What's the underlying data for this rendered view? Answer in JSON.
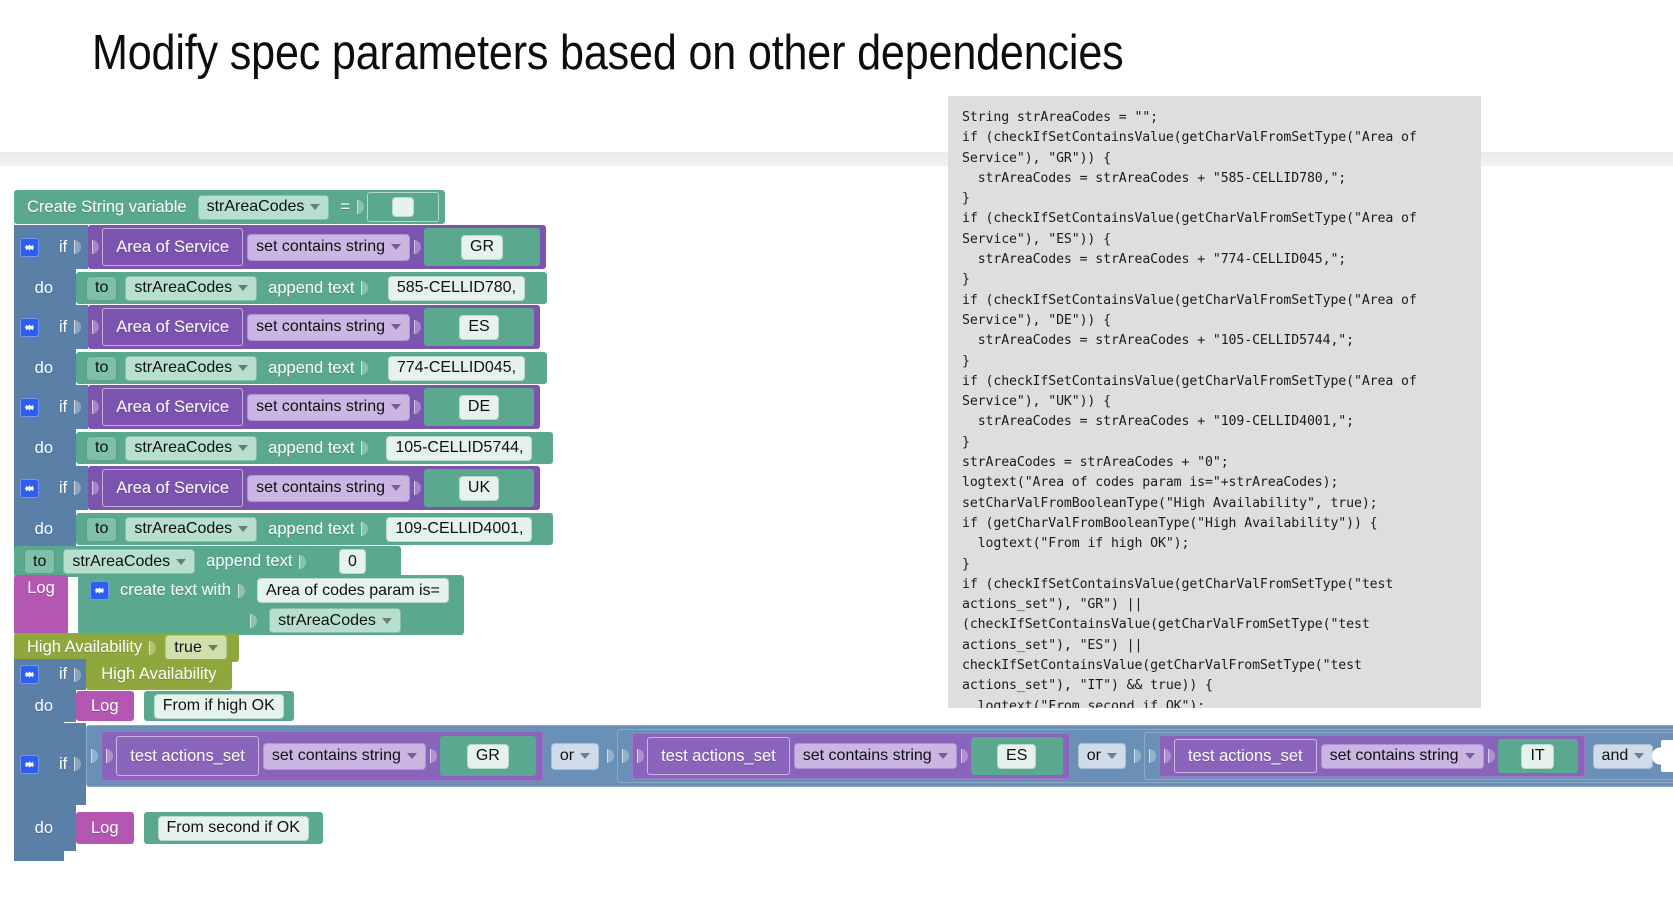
{
  "slide": {
    "title": "Modify spec parameters based on other dependencies"
  },
  "code_panel": {
    "name": "generated-code-panel",
    "language": "java-like",
    "text": "String strAreaCodes = \"\";\nif (checkIfSetContainsValue(getCharValFromSetType(\"Area of Service\"), \"GR\")) {\n  strAreaCodes = strAreaCodes + \"585-CELLID780,\";\n}\nif (checkIfSetContainsValue(getCharValFromSetType(\"Area of Service\"), \"ES\")) {\n  strAreaCodes = strAreaCodes + \"774-CELLID045,\";\n}\nif (checkIfSetContainsValue(getCharValFromSetType(\"Area of Service\"), \"DE\")) {\n  strAreaCodes = strAreaCodes + \"105-CELLID5744,\";\n}\nif (checkIfSetContainsValue(getCharValFromSetType(\"Area of Service\"), \"UK\")) {\n  strAreaCodes = strAreaCodes + \"109-CELLID4001,\";\n}\nstrAreaCodes = strAreaCodes + \"0\";\nlogtext(\"Area of codes param is=\"+strAreaCodes);\nsetCharValFromBooleanType(\"High Availability\", true);\nif (getCharValFromBooleanType(\"High Availability\")) {\n  logtext(\"From if high OK\");\n}\nif (checkIfSetContainsValue(getCharValFromSetType(\"test actions_set\"), \"GR\") ||\n(checkIfSetContainsValue(getCharValFromSetType(\"test actions_set\"), \"ES\") || checkIfSetContainsValue(getCharValFromSetType(\"test actions_set\"), \"IT\") && true)) {\n  logtext(\"From second if OK\");\n}"
  },
  "workspace": {
    "create_variable_block": {
      "label": "Create String variable",
      "variable": "strAreaCodes",
      "equals": "=",
      "value": ""
    },
    "if_blocks": [
      {
        "if_label": "if",
        "do_label": "do",
        "condition": {
          "left_operand": "Area of Service",
          "operator": "set contains string",
          "right_operand": "GR"
        },
        "action": {
          "to_label": "to",
          "variable": "strAreaCodes",
          "append_label": "append text",
          "value": "585-CELLID780,"
        }
      },
      {
        "if_label": "if",
        "do_label": "do",
        "condition": {
          "left_operand": "Area of Service",
          "operator": "set contains string",
          "right_operand": "ES"
        },
        "action": {
          "to_label": "to",
          "variable": "strAreaCodes",
          "append_label": "append text",
          "value": "774-CELLID045,"
        }
      },
      {
        "if_label": "if",
        "do_label": "do",
        "condition": {
          "left_operand": "Area of Service",
          "operator": "set contains string",
          "right_operand": "DE"
        },
        "action": {
          "to_label": "to",
          "variable": "strAreaCodes",
          "append_label": "append text",
          "value": "105-CELLID5744,"
        }
      },
      {
        "if_label": "if",
        "do_label": "do",
        "condition": {
          "left_operand": "Area of Service",
          "operator": "set contains string",
          "right_operand": "UK"
        },
        "action": {
          "to_label": "to",
          "variable": "strAreaCodes",
          "append_label": "append text",
          "value": "109-CELLID4001,"
        }
      }
    ],
    "append_zero_block": {
      "to_label": "to",
      "variable": "strAreaCodes",
      "append_label": "append text",
      "value": "0"
    },
    "log_create_text_block": {
      "log_label": "Log",
      "create_text_label": "create text with",
      "text_value": "Area of codes param is=",
      "variable": "strAreaCodes"
    },
    "high_availability_set_block": {
      "label": "High Availability",
      "value": "true"
    },
    "if_high_availability_block": {
      "if_label": "if",
      "do_label": "do",
      "condition": "High Availability",
      "log_label": "Log",
      "log_text": "From if high OK"
    },
    "if_second_block": {
      "if_label": "if",
      "do_label": "do",
      "conditions": [
        {
          "left_operand": "test actions_set",
          "operator": "set contains string",
          "right_operand": "GR"
        },
        {
          "left_operand": "test actions_set",
          "operator": "set contains string",
          "right_operand": "ES"
        },
        {
          "left_operand": "test actions_set",
          "operator": "set contains string",
          "right_operand": "IT"
        }
      ],
      "joiners": [
        "or",
        "or",
        "and"
      ],
      "log_label": "Log",
      "log_text": "From second if OK"
    }
  },
  "colors": {
    "green": "#59a88f",
    "purple": "#7c53ae",
    "blue": "#5b80a8",
    "magenta": "#b357b3",
    "olive": "#8fa83e",
    "code_bg": "#dedede",
    "gear_blue": "#2d5ef0"
  }
}
